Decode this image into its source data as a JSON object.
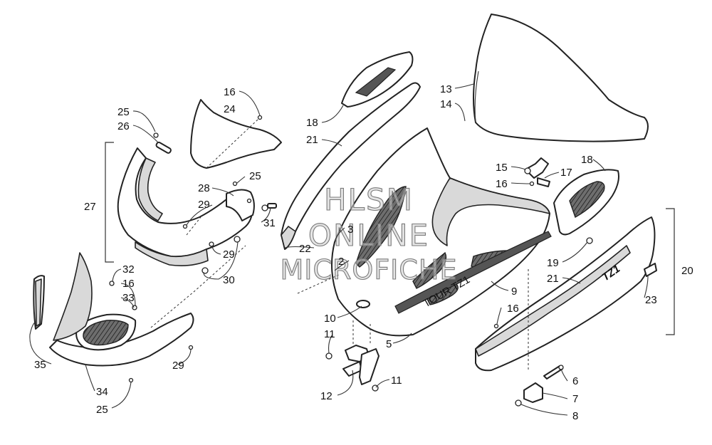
{
  "watermark": {
    "line1": "HLSM",
    "line2": "ONLINE",
    "line3": "MICROFICHE"
  },
  "hood_logo_text": "TZ1",
  "decal_text": "TOUR TZ1",
  "callouts": [
    {
      "id": "c16a",
      "text": "16"
    },
    {
      "id": "c24",
      "text": "24"
    },
    {
      "id": "c25a",
      "text": "25"
    },
    {
      "id": "c26",
      "text": "26"
    },
    {
      "id": "c27",
      "text": "27"
    },
    {
      "id": "c25b",
      "text": "25"
    },
    {
      "id": "c28",
      "text": "28"
    },
    {
      "id": "c29a",
      "text": "29"
    },
    {
      "id": "c31",
      "text": "31"
    },
    {
      "id": "c29b",
      "text": "29"
    },
    {
      "id": "c30",
      "text": "30"
    },
    {
      "id": "c32",
      "text": "32"
    },
    {
      "id": "c16b",
      "text": "16"
    },
    {
      "id": "c33",
      "text": "33"
    },
    {
      "id": "c35",
      "text": "35"
    },
    {
      "id": "c29c",
      "text": "29"
    },
    {
      "id": "c34",
      "text": "34"
    },
    {
      "id": "c25c",
      "text": "25"
    },
    {
      "id": "c18a",
      "text": "18"
    },
    {
      "id": "c21a",
      "text": "21"
    },
    {
      "id": "c22",
      "text": "22"
    },
    {
      "id": "c3",
      "text": "3"
    },
    {
      "id": "c2",
      "text": "2"
    },
    {
      "id": "c10",
      "text": "10"
    },
    {
      "id": "c11a",
      "text": "11"
    },
    {
      "id": "c12",
      "text": "12"
    },
    {
      "id": "c11b",
      "text": "11"
    },
    {
      "id": "c5",
      "text": "5"
    },
    {
      "id": "c9",
      "text": "9"
    },
    {
      "id": "c13",
      "text": "13"
    },
    {
      "id": "c14",
      "text": "14"
    },
    {
      "id": "c15",
      "text": "15"
    },
    {
      "id": "c16c",
      "text": "16"
    },
    {
      "id": "c17",
      "text": "17"
    },
    {
      "id": "c18b",
      "text": "18"
    },
    {
      "id": "c19",
      "text": "19"
    },
    {
      "id": "c21b",
      "text": "21"
    },
    {
      "id": "c20",
      "text": "20"
    },
    {
      "id": "c23",
      "text": "23"
    },
    {
      "id": "c16d",
      "text": "16"
    },
    {
      "id": "c6",
      "text": "6"
    },
    {
      "id": "c7",
      "text": "7"
    },
    {
      "id": "c8",
      "text": "8"
    }
  ]
}
